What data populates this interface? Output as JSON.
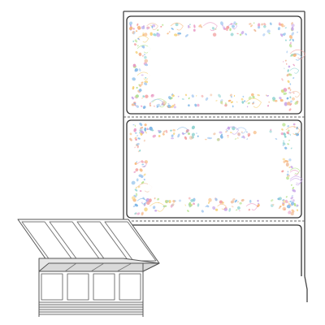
{
  "product": {
    "name": "",
    "label_count_visible": 2,
    "stack_columns": 4,
    "stack_fold_sheets": 5
  },
  "theme": {
    "paper": "#ffffff",
    "outline": "#555555",
    "liner_line": "#444444",
    "perforation": "#666666",
    "stack_face": "#e6e6e6",
    "stack_shadow": "#bdbdbd",
    "confetti_palette": [
      "#7fb7e6",
      "#f2a3a3",
      "#f5d27a",
      "#b5e28c",
      "#c9a6e8",
      "#f7b97f",
      "#8fd3d1",
      "#e99ac4",
      "#a4c8f0",
      "#f0c0a0"
    ]
  }
}
